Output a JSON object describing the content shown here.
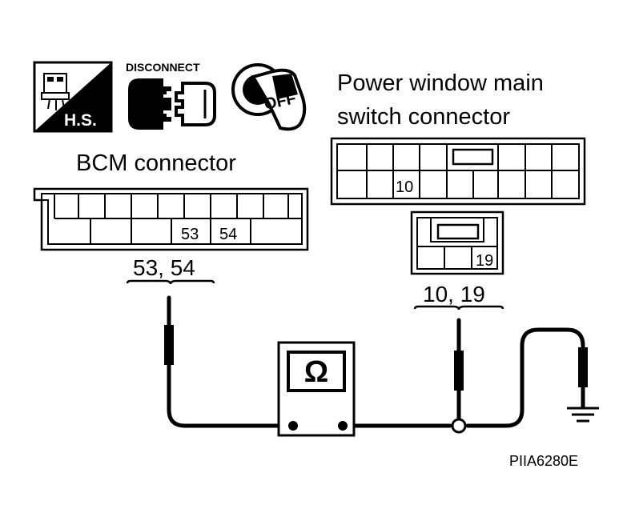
{
  "icons": {
    "hs_label": "H.S.",
    "disconnect_label": "DISCONNECT",
    "ignition_label": "OFF"
  },
  "bcm_connector": {
    "title": "BCM connector",
    "pin_a": "53",
    "pin_b": "54",
    "probe_label": "53, 54"
  },
  "power_window_connector": {
    "title_line1": "Power window main",
    "title_line2": "switch connector",
    "pin_main": "10",
    "pin_sub": "19",
    "probe_label": "10, 19"
  },
  "meter": {
    "symbol": "Ω"
  },
  "reference_code": "PIIA6280E"
}
